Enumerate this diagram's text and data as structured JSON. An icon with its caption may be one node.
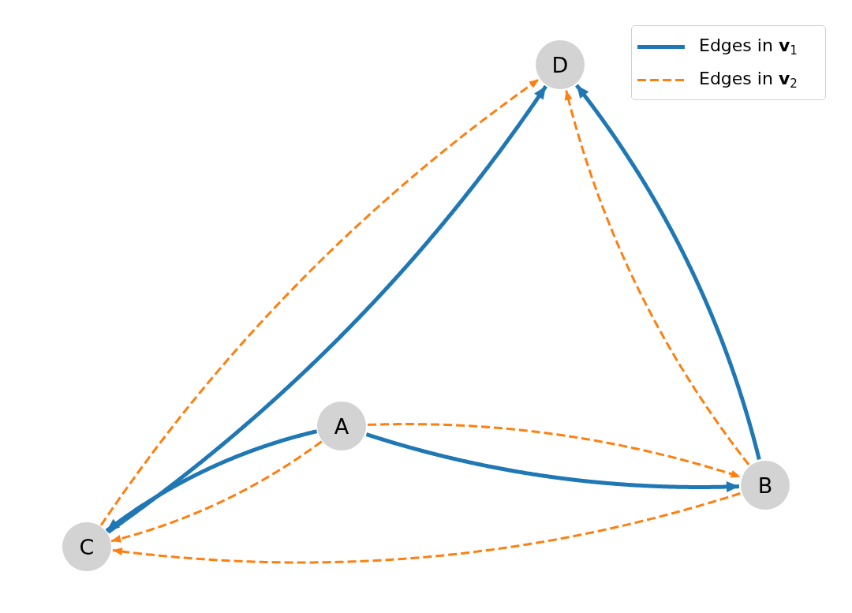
{
  "diagram": {
    "nodes": [
      {
        "text": [
          "D"
        ]
      },
      {
        "text": [
          "A"
        ]
      },
      {
        "text": [
          "B"
        ]
      },
      {
        "text": [
          "C"
        ]
      }
    ],
    "edges": [
      {
        "from": 1,
        "to": 3,
        "arrow": "to",
        "color": "#1f77b4"
      },
      {
        "from": 1,
        "to": 2,
        "arrow": "to",
        "color": "#1f77b4"
      },
      {
        "from": 3,
        "to": 0,
        "arrow": "to",
        "color": "#1f77b4"
      },
      {
        "from": 2,
        "to": 0,
        "arrow": "to",
        "color": "#1f77b4"
      },
      {
        "from": 3,
        "to": 0,
        "arrow": "to",
        "style": "dashed"
      },
      {
        "from": 2,
        "to": 0,
        "arrow": "to",
        "style": "dashed"
      },
      {
        "from": 1,
        "to": 2,
        "arrow": "to",
        "style": "dashed"
      },
      {
        "from": 1,
        "to": 3,
        "arrow": "to",
        "style": "dashed"
      },
      {
        "from": 2,
        "to": 3,
        "arrow": "to",
        "style": "dashed"
      }
    ],
    "legend": [
      {
        "text": "Edges in **v**$_{1}$"
      },
      {
        "text": "Edges in **v**$_{2}$"
      }
    ]
  }
}
